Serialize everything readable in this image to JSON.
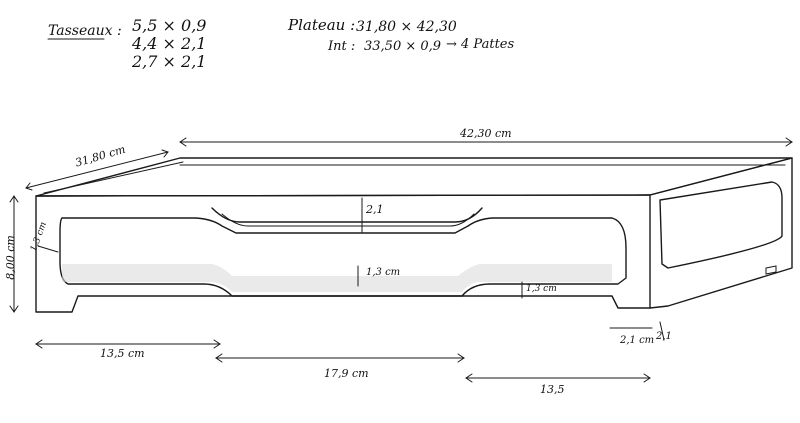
{
  "notes": {
    "tasseaux_label": "Tasseaux :",
    "tasseaux_lines": [
      "5,5 × 0,9",
      "4,4 × 2,1",
      "2,7 × 2,1"
    ],
    "plateau_label": "Plateau :",
    "plateau_value": "31,80 × 42,30",
    "interior_label": "Int :",
    "interior_value": "33,50 × 0,9",
    "interior_note": "→ 4 Pattes"
  },
  "dimensions": {
    "length": "42,30 cm",
    "depth": "31,80 cm",
    "height": "8,00 cm",
    "upper_gap": "2,1",
    "lower_gap": "1,3 cm",
    "inner_corner_left": "1,3 cm",
    "inner_corner_right": "1,3 cm",
    "foot_width": "2,1 cm",
    "foot_height": "2,1",
    "left_span": "13,5 cm",
    "middle_span": "17,9 cm",
    "right_span": "13,5"
  }
}
